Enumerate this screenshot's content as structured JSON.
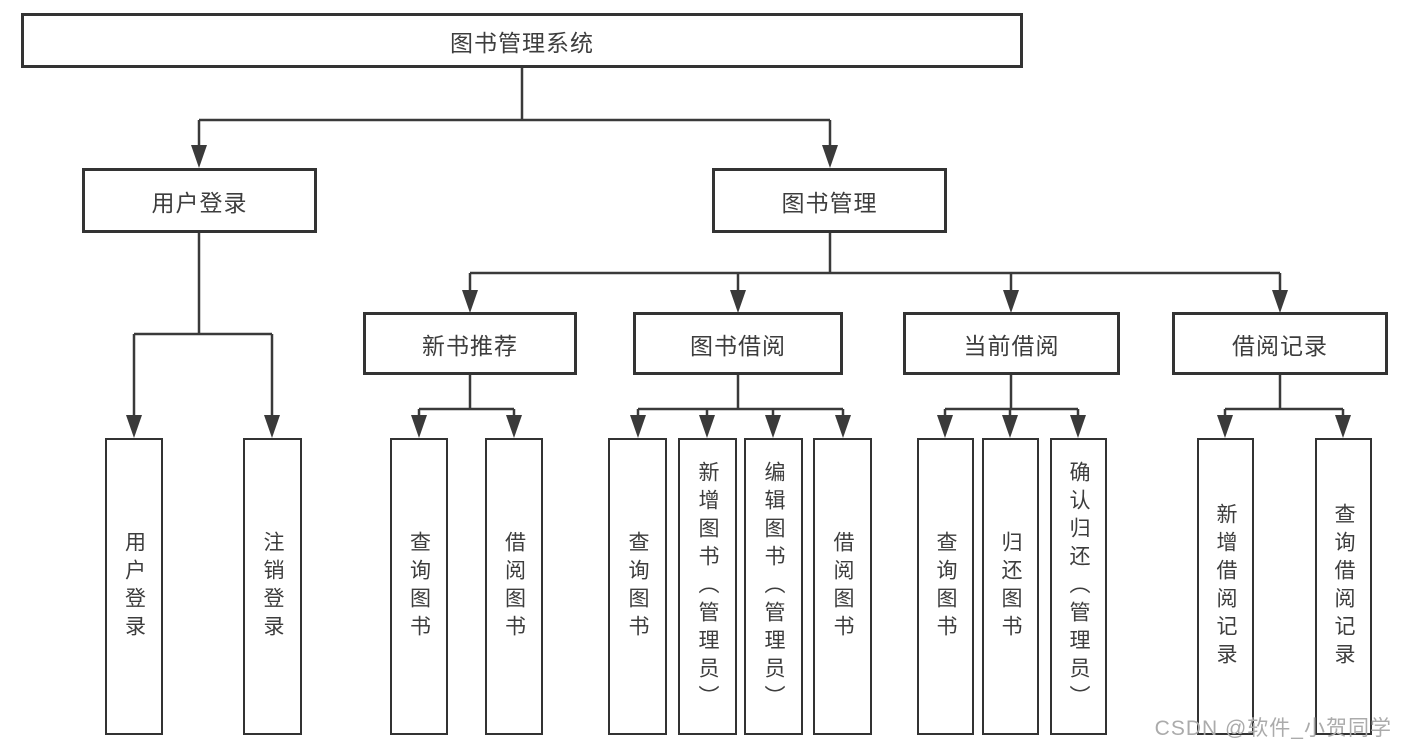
{
  "tree": {
    "label": "图书管理系统",
    "children": [
      {
        "label": "用户登录",
        "children": [
          {
            "label": "用户登录"
          },
          {
            "label": "注销登录"
          }
        ]
      },
      {
        "label": "图书管理",
        "children": [
          {
            "label": "新书推荐",
            "children": [
              {
                "label": "查询图书"
              },
              {
                "label": "借阅图书"
              }
            ]
          },
          {
            "label": "图书借阅",
            "children": [
              {
                "label": "查询图书"
              },
              {
                "label": "新增图书（管理员）"
              },
              {
                "label": "编辑图书（管理员）"
              },
              {
                "label": "借阅图书"
              }
            ]
          },
          {
            "label": "当前借阅",
            "children": [
              {
                "label": "查询图书"
              },
              {
                "label": "归还图书"
              },
              {
                "label": "确认归还（管理员）"
              }
            ]
          },
          {
            "label": "借阅记录",
            "children": [
              {
                "label": "新增借阅记录"
              },
              {
                "label": "查询借阅记录"
              }
            ]
          }
        ]
      }
    ]
  },
  "watermark": {
    "text": "CSDN @软件_小贺同学"
  },
  "colors": {
    "line": "#3a3a3a",
    "box_border": "#333333",
    "text": "#3d3d3d",
    "watermark": "#ababab",
    "background": "#ffffff"
  }
}
